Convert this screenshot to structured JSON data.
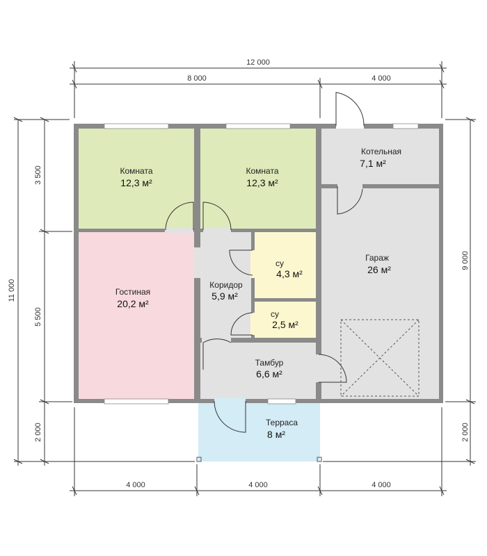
{
  "dimensions": {
    "top_total": "12 000",
    "top_left": "8 000",
    "top_right": "4 000",
    "left_total": "11 000",
    "left_top": "3 500",
    "left_mid": "5 500",
    "left_bottom": "2 000",
    "right_main": "9 000",
    "right_bottom": "2 000",
    "bottom_1": "4 000",
    "bottom_2": "4 000",
    "bottom_3": "4 000"
  },
  "rooms": {
    "room1": {
      "name": "Комната",
      "area": "12,3 м²"
    },
    "room2": {
      "name": "Комната",
      "area": "12,3 м²"
    },
    "boiler": {
      "name": "Котельная",
      "area": "7,1 м²"
    },
    "living": {
      "name": "Гостиная",
      "area": "20,2 м²"
    },
    "corridor": {
      "name": "Коридор",
      "area": "5,9 м²"
    },
    "bath1": {
      "name": "су",
      "area": "4,3 м²"
    },
    "bath2": {
      "name": "су",
      "area": "2,5 м²"
    },
    "garage": {
      "name": "Гараж",
      "area": "26 м²"
    },
    "vestibule": {
      "name": "Тамбур",
      "area": "6,6 м²"
    },
    "terrace": {
      "name": "Терраса",
      "area": "8 м²"
    }
  },
  "colors": {
    "wall": "#8a8a8a",
    "room_green": "#dfeaba",
    "living_pink": "#f8d9de",
    "bath_yellow": "#fdf7cf",
    "grey_room": "#e2e2e2",
    "terrace_blue": "#d3ecf6"
  }
}
